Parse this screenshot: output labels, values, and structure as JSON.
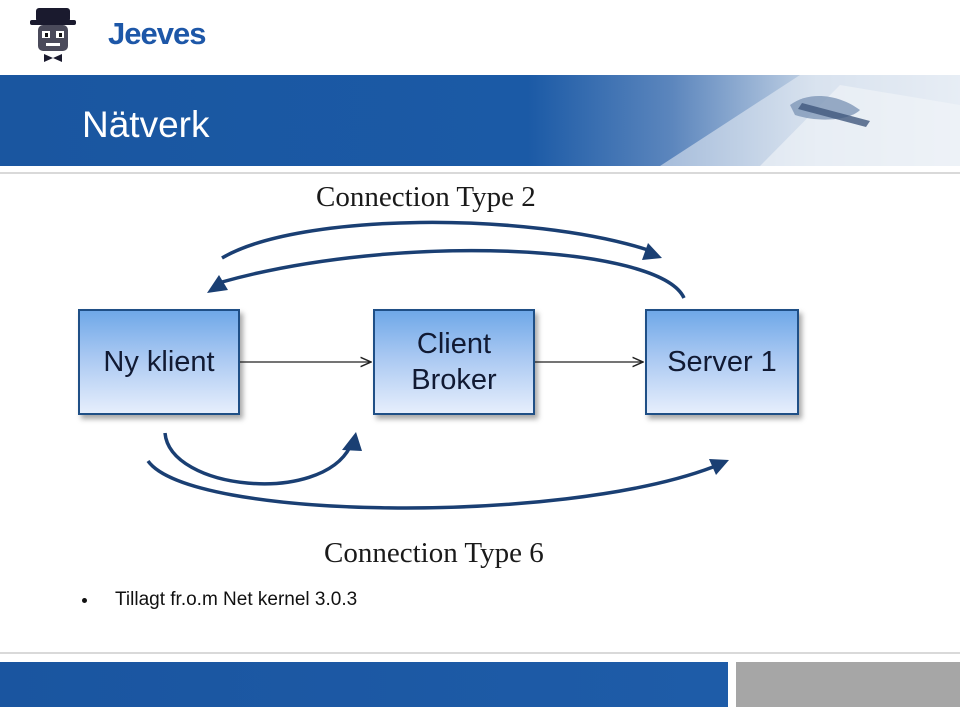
{
  "logo": {
    "text": "Jeeves",
    "icon": "butler-mascot-icon"
  },
  "header": {
    "title": "Nätverk"
  },
  "diagram": {
    "nodes": {
      "client": "Ny klient",
      "broker": "Client\nBroker",
      "server": "Server 1"
    },
    "connection_top": "Connection Type 2",
    "connection_bottom": "Connection Type 6"
  },
  "bullets": [
    "Tillagt fr.o.m Net kernel 3.0.3"
  ],
  "colors": {
    "brand_blue": "#1d57a8",
    "arrow_navy": "#1a3f73",
    "box_border": "#1f4f86",
    "footer_gray": "#a6a6a6"
  }
}
